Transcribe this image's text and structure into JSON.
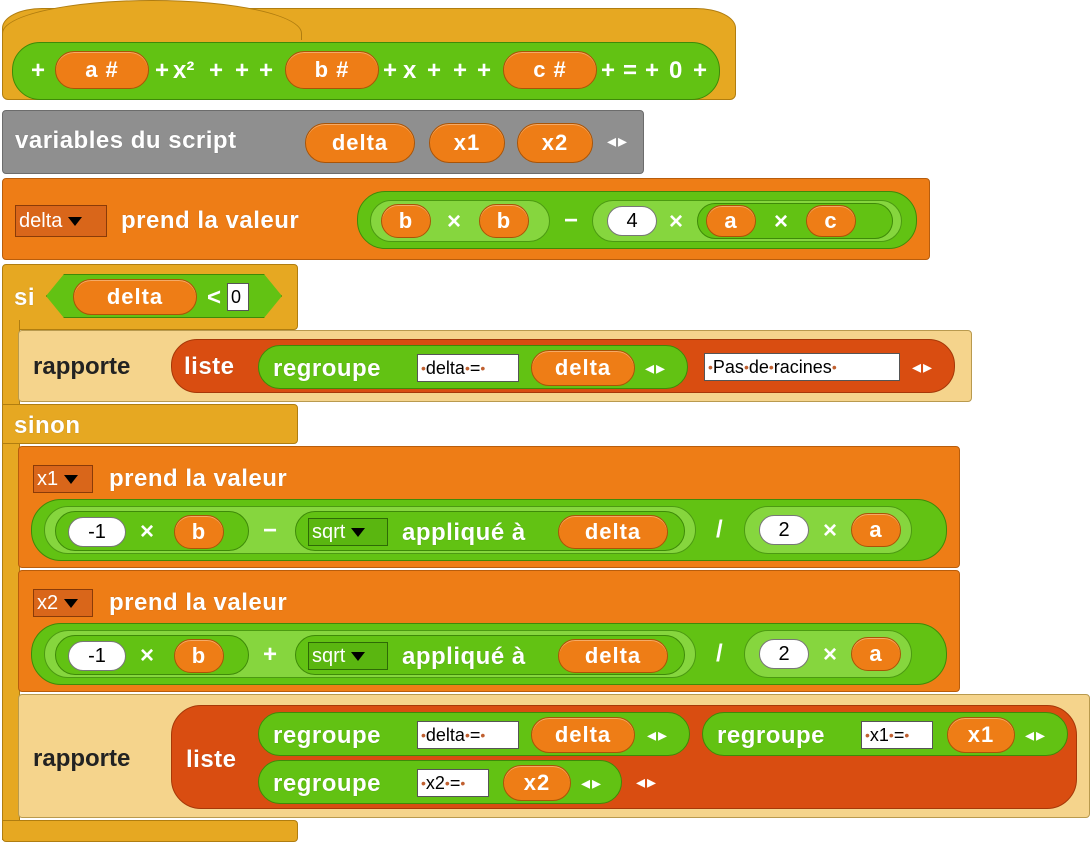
{
  "hat": {
    "plus": "+",
    "param_a": "a #",
    "x2_term": "x²",
    "param_b": "b #",
    "x_term": "x",
    "param_c": "c #",
    "equals": "=",
    "zero": "0"
  },
  "script_vars": {
    "label": "variables du script",
    "vars": [
      "delta",
      "x1",
      "x2"
    ],
    "arrows": "◂▸"
  },
  "set_delta": {
    "var": "delta",
    "label": "prend la valeur",
    "b": "b",
    "times": "×",
    "minus": "−",
    "four": "4",
    "a": "a",
    "c": "c"
  },
  "if_block": {
    "si": "si",
    "var": "delta",
    "lt": "<",
    "zero": "0",
    "report": "rapporte",
    "list": "liste",
    "group": "regroupe",
    "text_delta": "delta",
    "text_eq": "=",
    "var_delta": "delta",
    "arrows": "◂▸",
    "no_roots": [
      "Pas",
      "de",
      "racines"
    ]
  },
  "else_label": "sinon",
  "set_x1": {
    "var": "x1",
    "label": "prend la valeur",
    "neg1": "-1",
    "times": "×",
    "b": "b",
    "minus": "−",
    "sqrt": "sqrt",
    "applied": "appliqué à",
    "delta": "delta",
    "div": "/",
    "two": "2",
    "a": "a"
  },
  "set_x2": {
    "var": "x2",
    "label": "prend la valeur",
    "neg1": "-1",
    "times": "×",
    "b": "b",
    "plus": "+",
    "sqrt": "sqrt",
    "applied": "appliqué à",
    "delta": "delta",
    "div": "/",
    "two": "2",
    "a": "a"
  },
  "final_report": {
    "report": "rapporte",
    "list": "liste",
    "group": "regroupe",
    "t_delta": "delta",
    "t_x1": "x1",
    "t_x2": "x2",
    "eq": "=",
    "v_delta": "delta",
    "v_x1": "x1",
    "v_x2": "x2",
    "arrows": "◂▸"
  },
  "colors": {
    "control": "#E6A822",
    "variables": "#EE7D16",
    "operators": "#62C213",
    "lists": "#D94D11",
    "other": "#8F8F8F"
  }
}
